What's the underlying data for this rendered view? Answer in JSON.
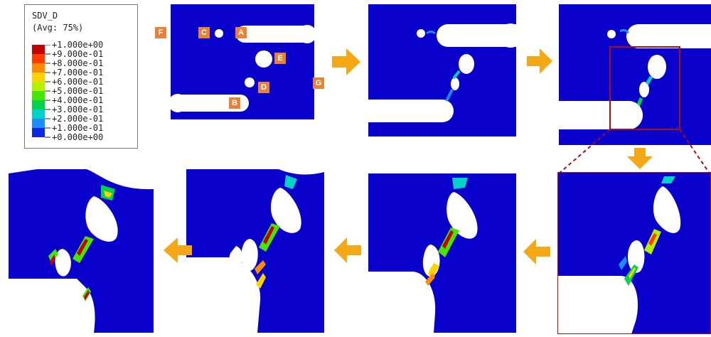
{
  "legend": {
    "title": "SDV_D",
    "subtitle": "(Avg: 75%)",
    "ticks": [
      "+1.000e+00",
      "+9.000e-01",
      "+8.000e-01",
      "+7.000e-01",
      "+6.000e-01",
      "+5.000e-01",
      "+4.000e-01",
      "+3.000e-01",
      "+2.000e-01",
      "+1.000e-01",
      "+0.000e+00"
    ],
    "colors": [
      "#c40000",
      "#ff3c00",
      "#ff8c00",
      "#ffd200",
      "#b4f000",
      "#46e600",
      "#00d24b",
      "#00d2c8",
      "#1e8cff",
      "#0a28e6"
    ]
  },
  "labels": {
    "a": "A",
    "b": "B",
    "c": "C",
    "d": "D",
    "e": "E",
    "f": "F",
    "g": "G"
  },
  "colors": {
    "background_blue": "#0a00cc",
    "label_orange": "#e8813a",
    "arrow_orange": "#f5a815",
    "zoom_red": "#a80f0f"
  }
}
